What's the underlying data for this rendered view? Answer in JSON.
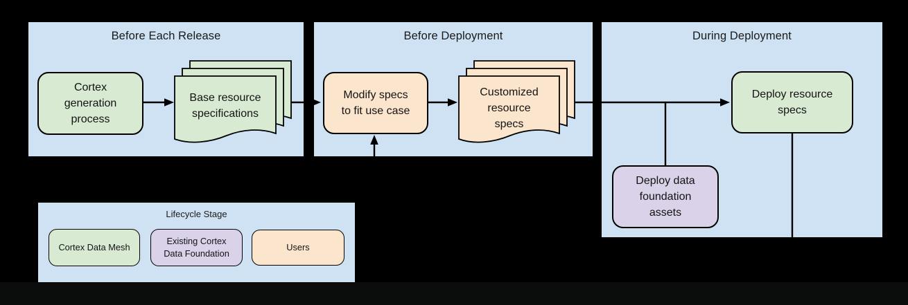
{
  "colors": {
    "background": "#000000",
    "panel_blue": "#cfe2f3",
    "node_green": "#d9ead3",
    "node_peach": "#fce5cd",
    "node_purple": "#d9d2e9",
    "line": "#000000",
    "bottom_strip": "#0b0d0d"
  },
  "panels": {
    "release": {
      "title": "Before Each Release"
    },
    "before_deploy": {
      "title": "Before Deployment"
    },
    "during_deploy": {
      "title": "During Deployment"
    }
  },
  "nodes": {
    "cortex_generation": {
      "label": "Cortex\ngeneration\nprocess"
    },
    "base_resource": {
      "label": "Base resource\nspecifications"
    },
    "modify_specs": {
      "label": "Modify specs\nto fit use case"
    },
    "customized_specs": {
      "label": "Customized\nresource\nspecs"
    },
    "deploy_resource": {
      "label": "Deploy resource\nspecs"
    },
    "deploy_data_foundation": {
      "label": "Deploy data\nfoundation\nassets"
    }
  },
  "legend": {
    "title": "Lifecycle Stage",
    "items": [
      {
        "label": "Cortex Data Mesh",
        "color": "#d9ead3"
      },
      {
        "label": "Existing Cortex\nData Foundation",
        "color": "#d9d2e9"
      },
      {
        "label": "Users",
        "color": "#fce5cd"
      }
    ]
  }
}
